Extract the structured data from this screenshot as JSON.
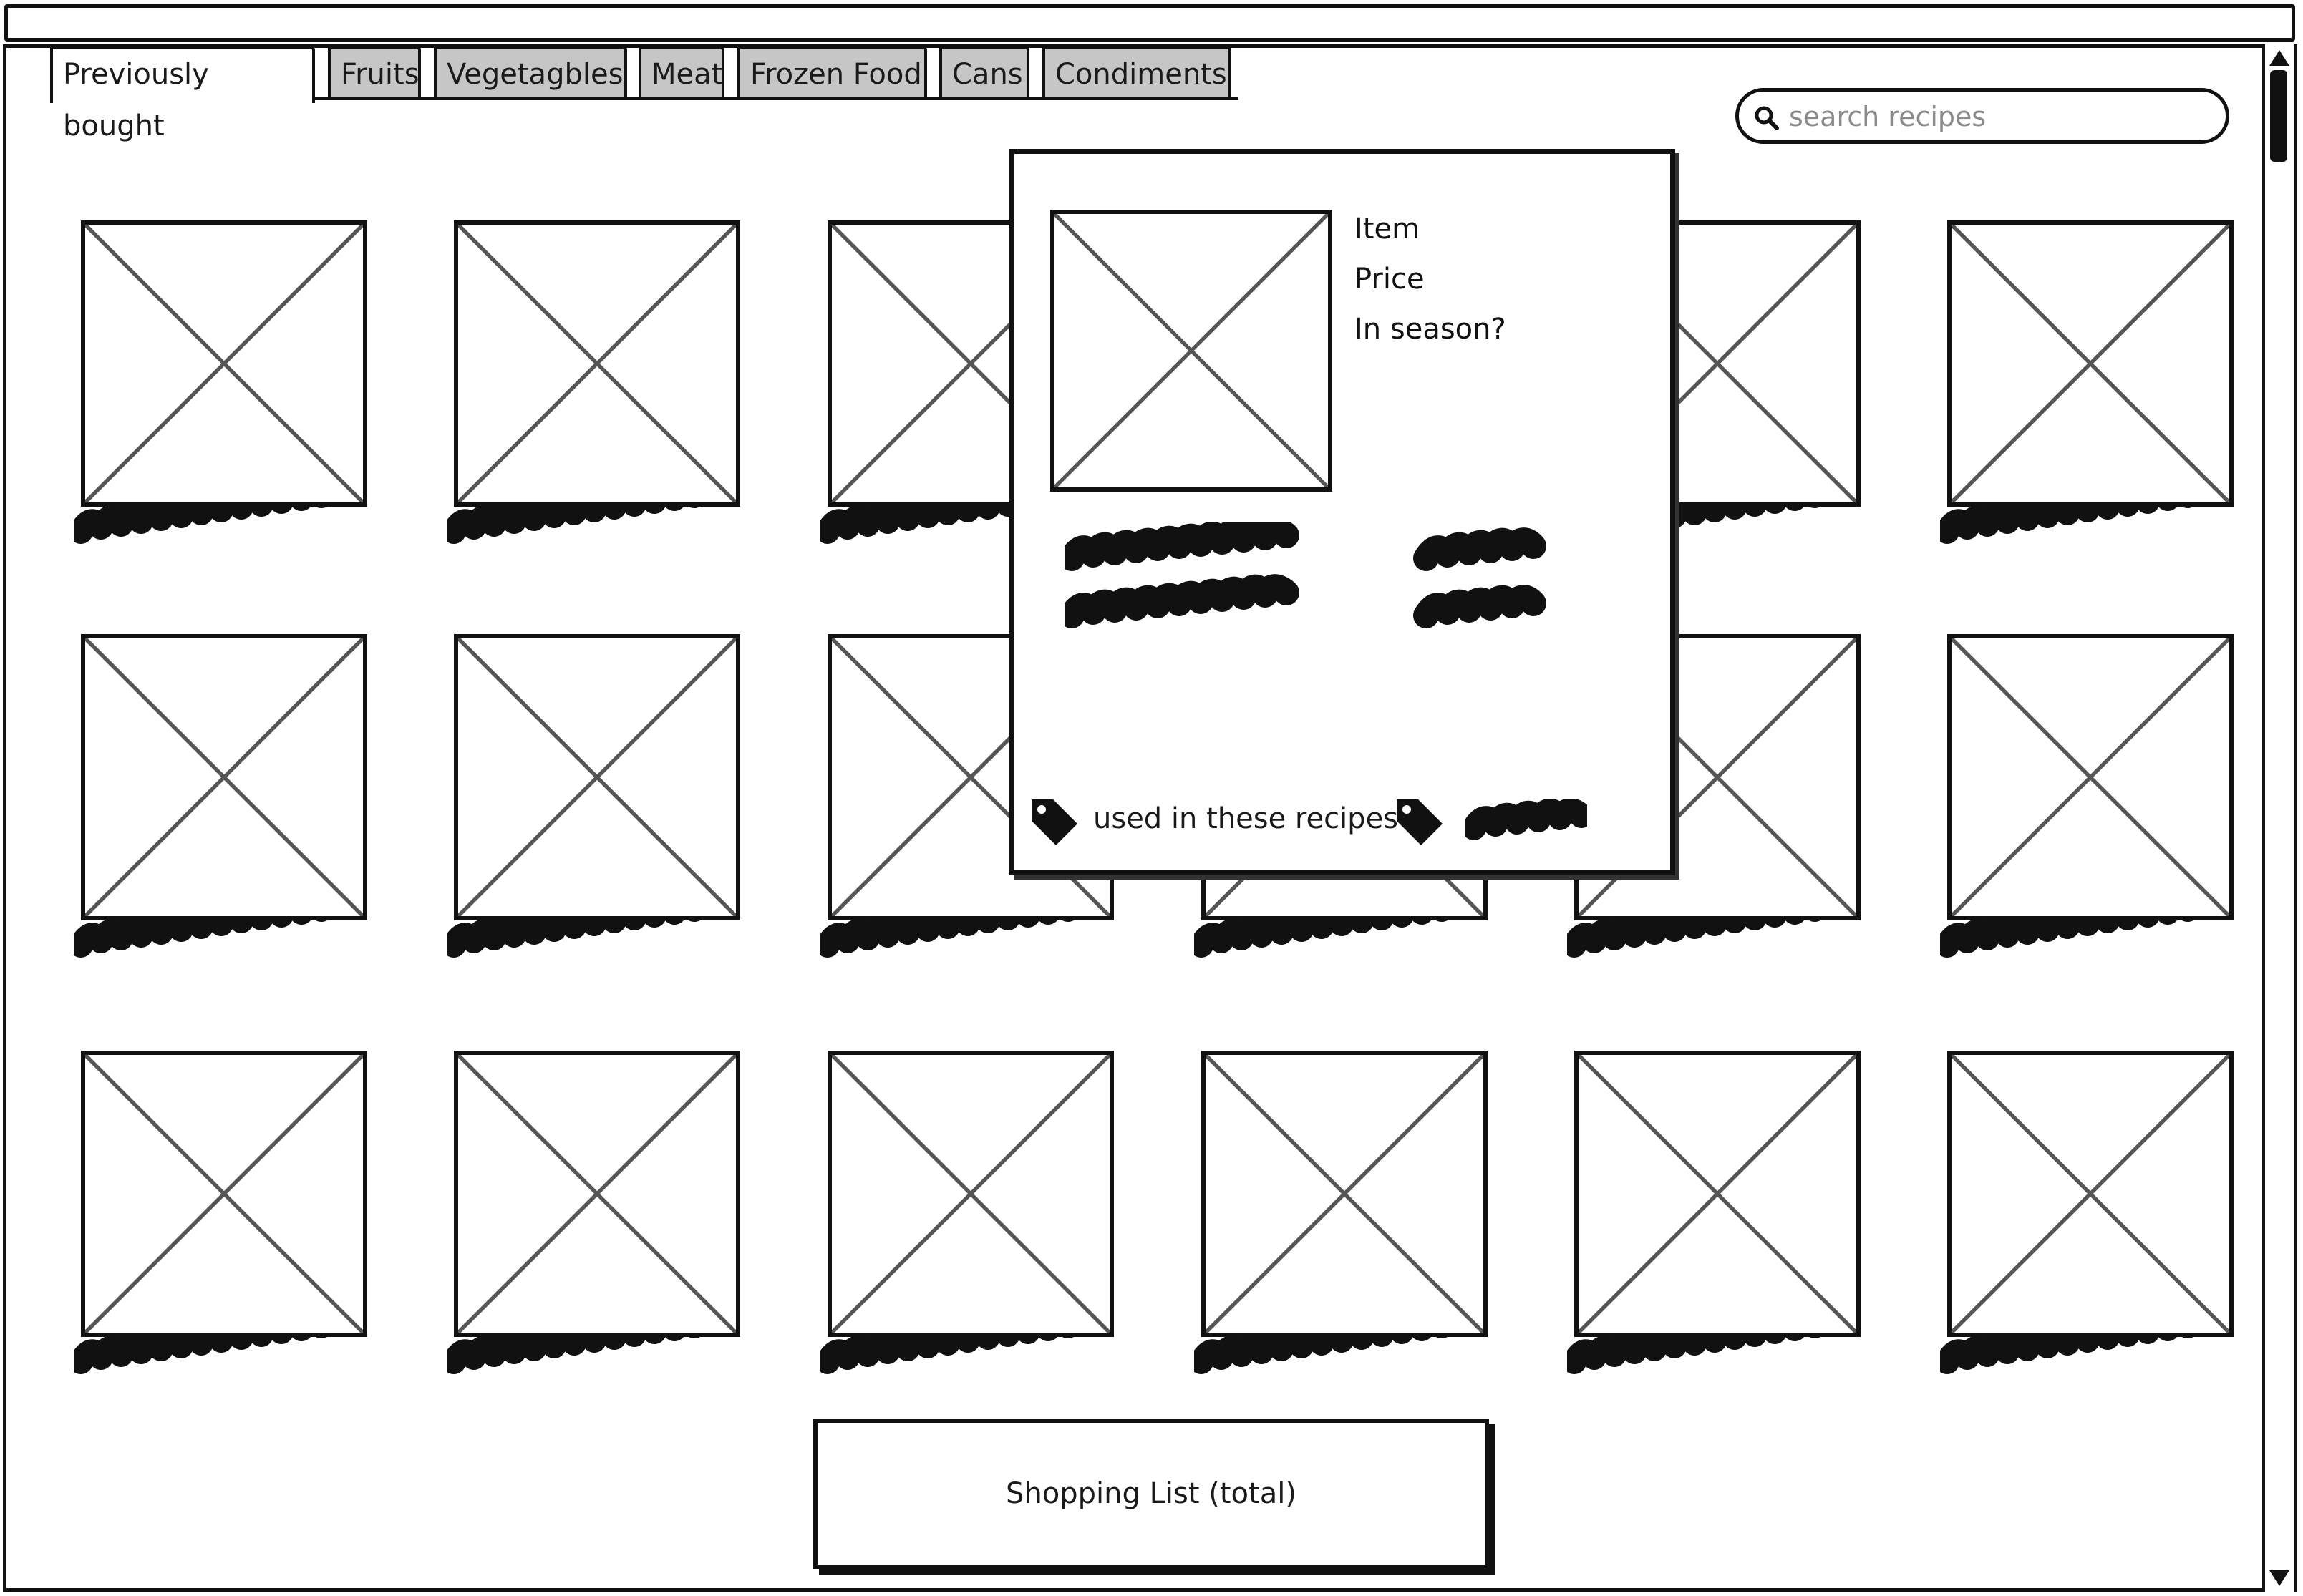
{
  "tabs": [
    {
      "label": "Previously bought",
      "active": true
    },
    {
      "label": "Fruits",
      "active": false
    },
    {
      "label": "Vegetagbles",
      "active": false
    },
    {
      "label": "Meat",
      "active": false
    },
    {
      "label": "Frozen Food",
      "active": false
    },
    {
      "label": "Cans",
      "active": false
    },
    {
      "label": "Condiments",
      "active": false
    }
  ],
  "search": {
    "placeholder": "search recipes",
    "icon": "search-icon"
  },
  "grid": {
    "rows": 3,
    "columns": 6,
    "tile_icon": "image-placeholder-icon"
  },
  "popup": {
    "item_label": "Item",
    "price_label": "Price",
    "season_label": "In season?",
    "recipes_label": "used in these recipes",
    "tag_icon": "tag-icon"
  },
  "shopping_list": {
    "label": "Shopping List (total)"
  },
  "colors": {
    "ink": "#111111",
    "inactive_tab": "#c6c6c6",
    "background": "#ffffff"
  }
}
